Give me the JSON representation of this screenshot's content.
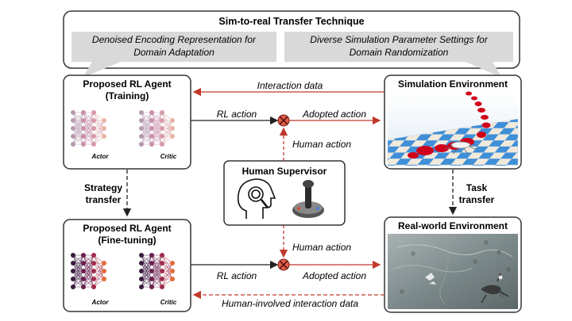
{
  "header": {
    "title": "Sim-to-real Transfer Technique",
    "left_box": [
      "Denoised Encoding Representation for",
      "Domain Adaptation"
    ],
    "right_box": [
      "Diverse Simulation Parameter Settings for",
      "Domain Randomization"
    ]
  },
  "training_agent": {
    "line1": "Proposed RL Agent",
    "line2": "(Training)",
    "actor": "Actor",
    "critic": "Critic"
  },
  "finetune_agent": {
    "line1": "Proposed RL Agent",
    "line2": "(Fine-tuning)",
    "actor": "Actor",
    "critic": "Critic"
  },
  "supervisor": {
    "title": "Human Supervisor"
  },
  "sim_env": {
    "title": "Simulation Environment"
  },
  "real_env": {
    "title": "Real-world Environment"
  },
  "arrows": {
    "interaction_data": "Interaction data",
    "rl_action_top": "RL action",
    "adopted_action_top": "Adopted action",
    "human_action_top": "Human action",
    "strategy_transfer": [
      "Strategy",
      "transfer"
    ],
    "task_transfer": [
      "Task",
      "transfer"
    ],
    "human_action_bottom": "Human action",
    "rl_action_bottom": "RL action",
    "adopted_action_bottom": "Adopted action",
    "human_involved": "Human-involved interaction data"
  },
  "colors": {
    "red_arrow": "#c0392b",
    "header_gray": "#d9d9d9",
    "sim_blue": "#3f8fd8",
    "real_bg": "#7f8a8c"
  },
  "icons": [
    "head-with-magnifier-icon",
    "joystick-icon",
    "mixer-cross-icon"
  ]
}
